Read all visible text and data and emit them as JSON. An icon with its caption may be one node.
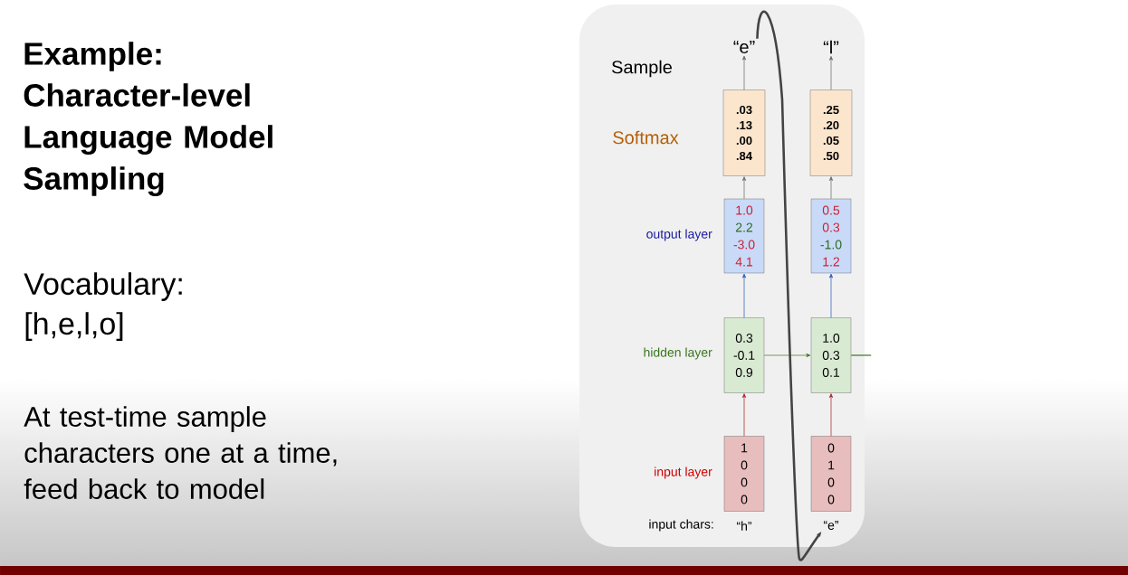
{
  "diagram": {
    "title": "Example: Character-level Language Model Sampling",
    "nodes": [
      {
        "text": [
          "1",
          "0",
          "0",
          "0"
        ],
        "beside": [
          "“h”"
        ]
      },
      {
        "text": [
          "0.3",
          "-0.1",
          "0.9"
        ]
      },
      {
        "text": [
          "1.0",
          "2.2",
          "-3.0",
          "4.1"
        ]
      },
      {
        "text": [
          ".03",
          ".13",
          ".00",
          ".84"
        ]
      },
      {
        "text": [
          "“e”"
        ]
      },
      {
        "text": [
          "0",
          "1",
          "0",
          "0"
        ]
      },
      {
        "text": [
          "1.0",
          "0.3",
          "0.1"
        ]
      },
      {
        "text": [
          "0.5",
          "0.3",
          "-1.0",
          "1.2"
        ]
      },
      {
        "text": [
          ".25",
          ".20",
          ".05",
          ".50"
        ]
      },
      {
        "text": [
          "“l”"
        ]
      },
      {
        "text": [
          "“e”"
        ]
      }
    ],
    "edges": [
      {
        "from": 0,
        "to": 1,
        "arrow": "to",
        "color": "#a61c1c"
      },
      {
        "from": 1,
        "to": 2,
        "arrow": "to",
        "color": "#2456b8"
      },
      {
        "from": 2,
        "to": 3,
        "arrow": "to"
      },
      {
        "from": 3,
        "to": 4,
        "arrow": "to"
      },
      {
        "from": 5,
        "to": 6,
        "arrow": "to",
        "color": "#a61c1c"
      },
      {
        "from": 6,
        "to": 7,
        "arrow": "to",
        "color": "#2456b8"
      },
      {
        "from": 7,
        "to": 8,
        "arrow": "to"
      },
      {
        "from": 8,
        "to": 9,
        "arrow": "to"
      },
      {
        "from": 1,
        "to": 6,
        "arrow": "to",
        "color": "#38761d"
      },
      {
        "from": 6,
        "to": null,
        "arrow": "none",
        "color": "#38761d"
      },
      {
        "from": 4,
        "to": 10,
        "arrow": "to",
        "style": "thick",
        "color": "#444444"
      }
    ],
    "labels": [
      "Vocabulary: [h,e,l,o]",
      "At test-time sample characters one at a time, feed back to model",
      "Sample",
      "Softmax",
      "output layer",
      "hidden layer",
      "input layer",
      "input chars:"
    ]
  }
}
